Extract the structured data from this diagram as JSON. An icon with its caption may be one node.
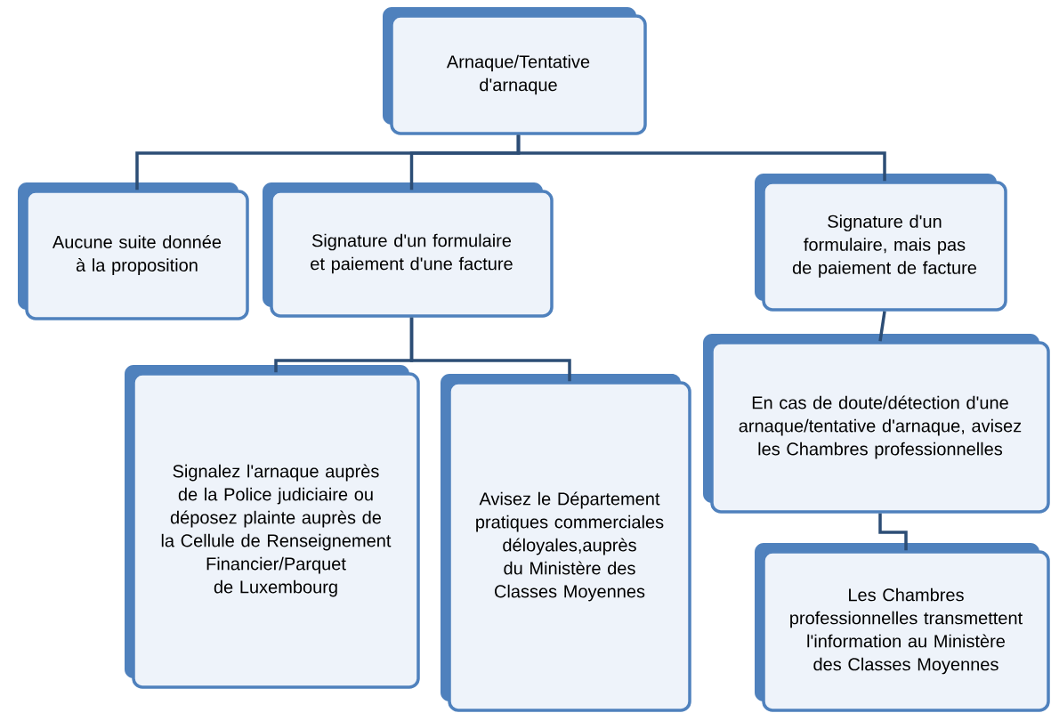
{
  "diagram": {
    "nodes": [
      {
        "text": [
          "Arnaque/Tentative d'arnaque"
        ]
      },
      {
        "text": [
          "Aucune suite donnée à la proposition"
        ]
      },
      {
        "text": [
          "Signature d'un formulaire et paiement d'une facture"
        ]
      },
      {
        "text": [
          "Signature d'un formulaire, mais pas de paiement de facture"
        ]
      },
      {
        "text": [
          "Signalez l'arnaque auprès de la Police judiciaire ou déposez plainte auprès de la Cellule de Renseignement Financier/Parquet de Luxembourg"
        ]
      },
      {
        "text": [
          "Avisez le Département pratiques commerciales déloyales,auprès du Ministère des Classes Moyennes"
        ]
      },
      {
        "text": [
          "En cas de doute/détection d'une arnaque/tentative d'arnaque, avisez les Chambres  professionnelles"
        ]
      },
      {
        "text": [
          "Les Chambres professionnelles transmettent l'information au Ministère des Classes Moyennes"
        ]
      }
    ],
    "edges": [
      {
        "from": 0,
        "to": 1,
        "arrow": "none"
      },
      {
        "from": 0,
        "to": 2,
        "arrow": "none"
      },
      {
        "from": 0,
        "to": 3,
        "arrow": "none"
      },
      {
        "from": 2,
        "to": 4,
        "arrow": "none"
      },
      {
        "from": 2,
        "to": 5,
        "arrow": "none"
      },
      {
        "from": 3,
        "to": 6,
        "arrow": "none"
      },
      {
        "from": 6,
        "to": 7,
        "arrow": "none"
      }
    ]
  }
}
